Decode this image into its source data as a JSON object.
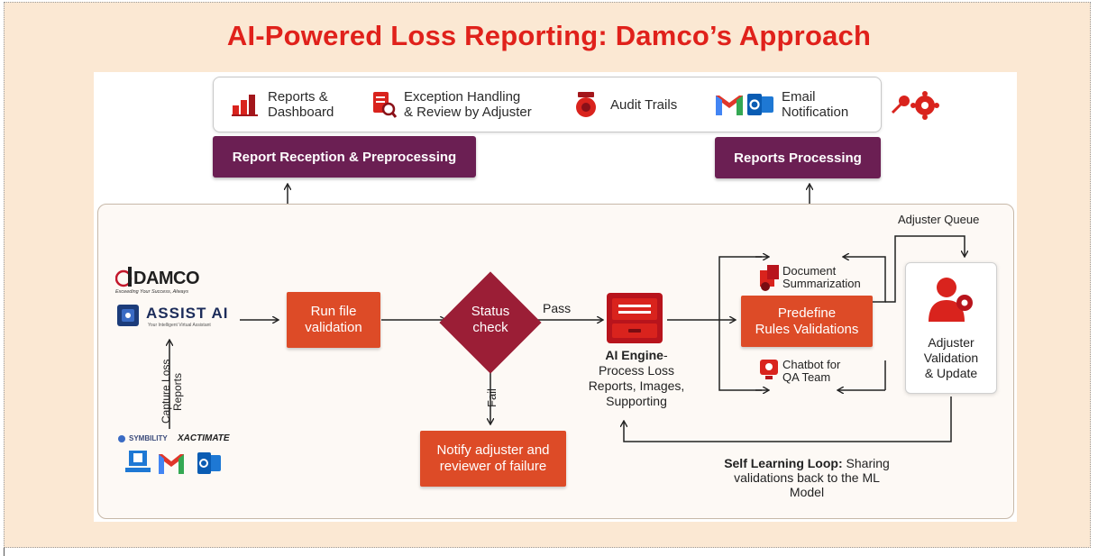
{
  "title": "AI-Powered Loss Reporting: Damco’s Approach",
  "toolbar": {
    "items": [
      {
        "label_line1": "Reports &",
        "label_line2": "Dashboard",
        "icon": "bar-chart-icon"
      },
      {
        "label_line1": "Exception Handling",
        "label_line2": "& Review by Adjuster",
        "icon": "document-search-icon"
      },
      {
        "label_line1": "Audit Trails",
        "label_line2": "",
        "icon": "audit-icon"
      },
      {
        "label_line1": "Email",
        "label_line2": "Notification",
        "icon": "gmail-outlook-icon"
      }
    ]
  },
  "stages": {
    "reception": "Report Reception & Preprocessing",
    "processing": "Reports Processing"
  },
  "brand": {
    "damco": "DAMCO",
    "damco_tagline": "Exceeding Your Success, Always",
    "assist": "ASSIST AI",
    "assist_tagline": "Your Intelligent Virtual Assistant",
    "capture_line1": "Capture Loss",
    "capture_line2": "Reports",
    "symbility": "SYMBILITY",
    "xactimate": "XACTIMATE"
  },
  "flow": {
    "run_validation_line1": "Run file",
    "run_validation_line2": "validation",
    "status_line1": "Status",
    "status_line2": "check",
    "pass": "Pass",
    "fail": "Fail",
    "notify_line1": "Notify adjuster and",
    "notify_line2": "reviewer of failure",
    "ai_engine_bold": "AI Engine",
    "ai_engine_line1_rest": "-",
    "ai_engine_line2": "Process Loss",
    "ai_engine_line3": "Reports, Images,",
    "ai_engine_line4": "Supporting",
    "doc_sum_line1": "Document",
    "doc_sum_line2": "Summarization",
    "predefine_line1": "Predefine",
    "predefine_line2": "Rules Validations",
    "chatbot_line1": "Chatbot for",
    "chatbot_line2": "QA Team",
    "adjuster_queue": "Adjuster Queue",
    "adjuster_line1": "Adjuster",
    "adjuster_line2": "Validation",
    "adjuster_line3": "& Update",
    "loop_bold": "Self Learning Loop:",
    "loop_line1_rest": " Sharing",
    "loop_line2": "validations back to the ML",
    "loop_line3": "Model"
  },
  "colors": {
    "title_red": "#e0211b",
    "stage_purple": "#6b1f53",
    "box_orange": "#dd4b27",
    "diamond_red": "#9b1e36",
    "icon_red": "#d9231d",
    "background_peach": "#fbe8d3"
  }
}
